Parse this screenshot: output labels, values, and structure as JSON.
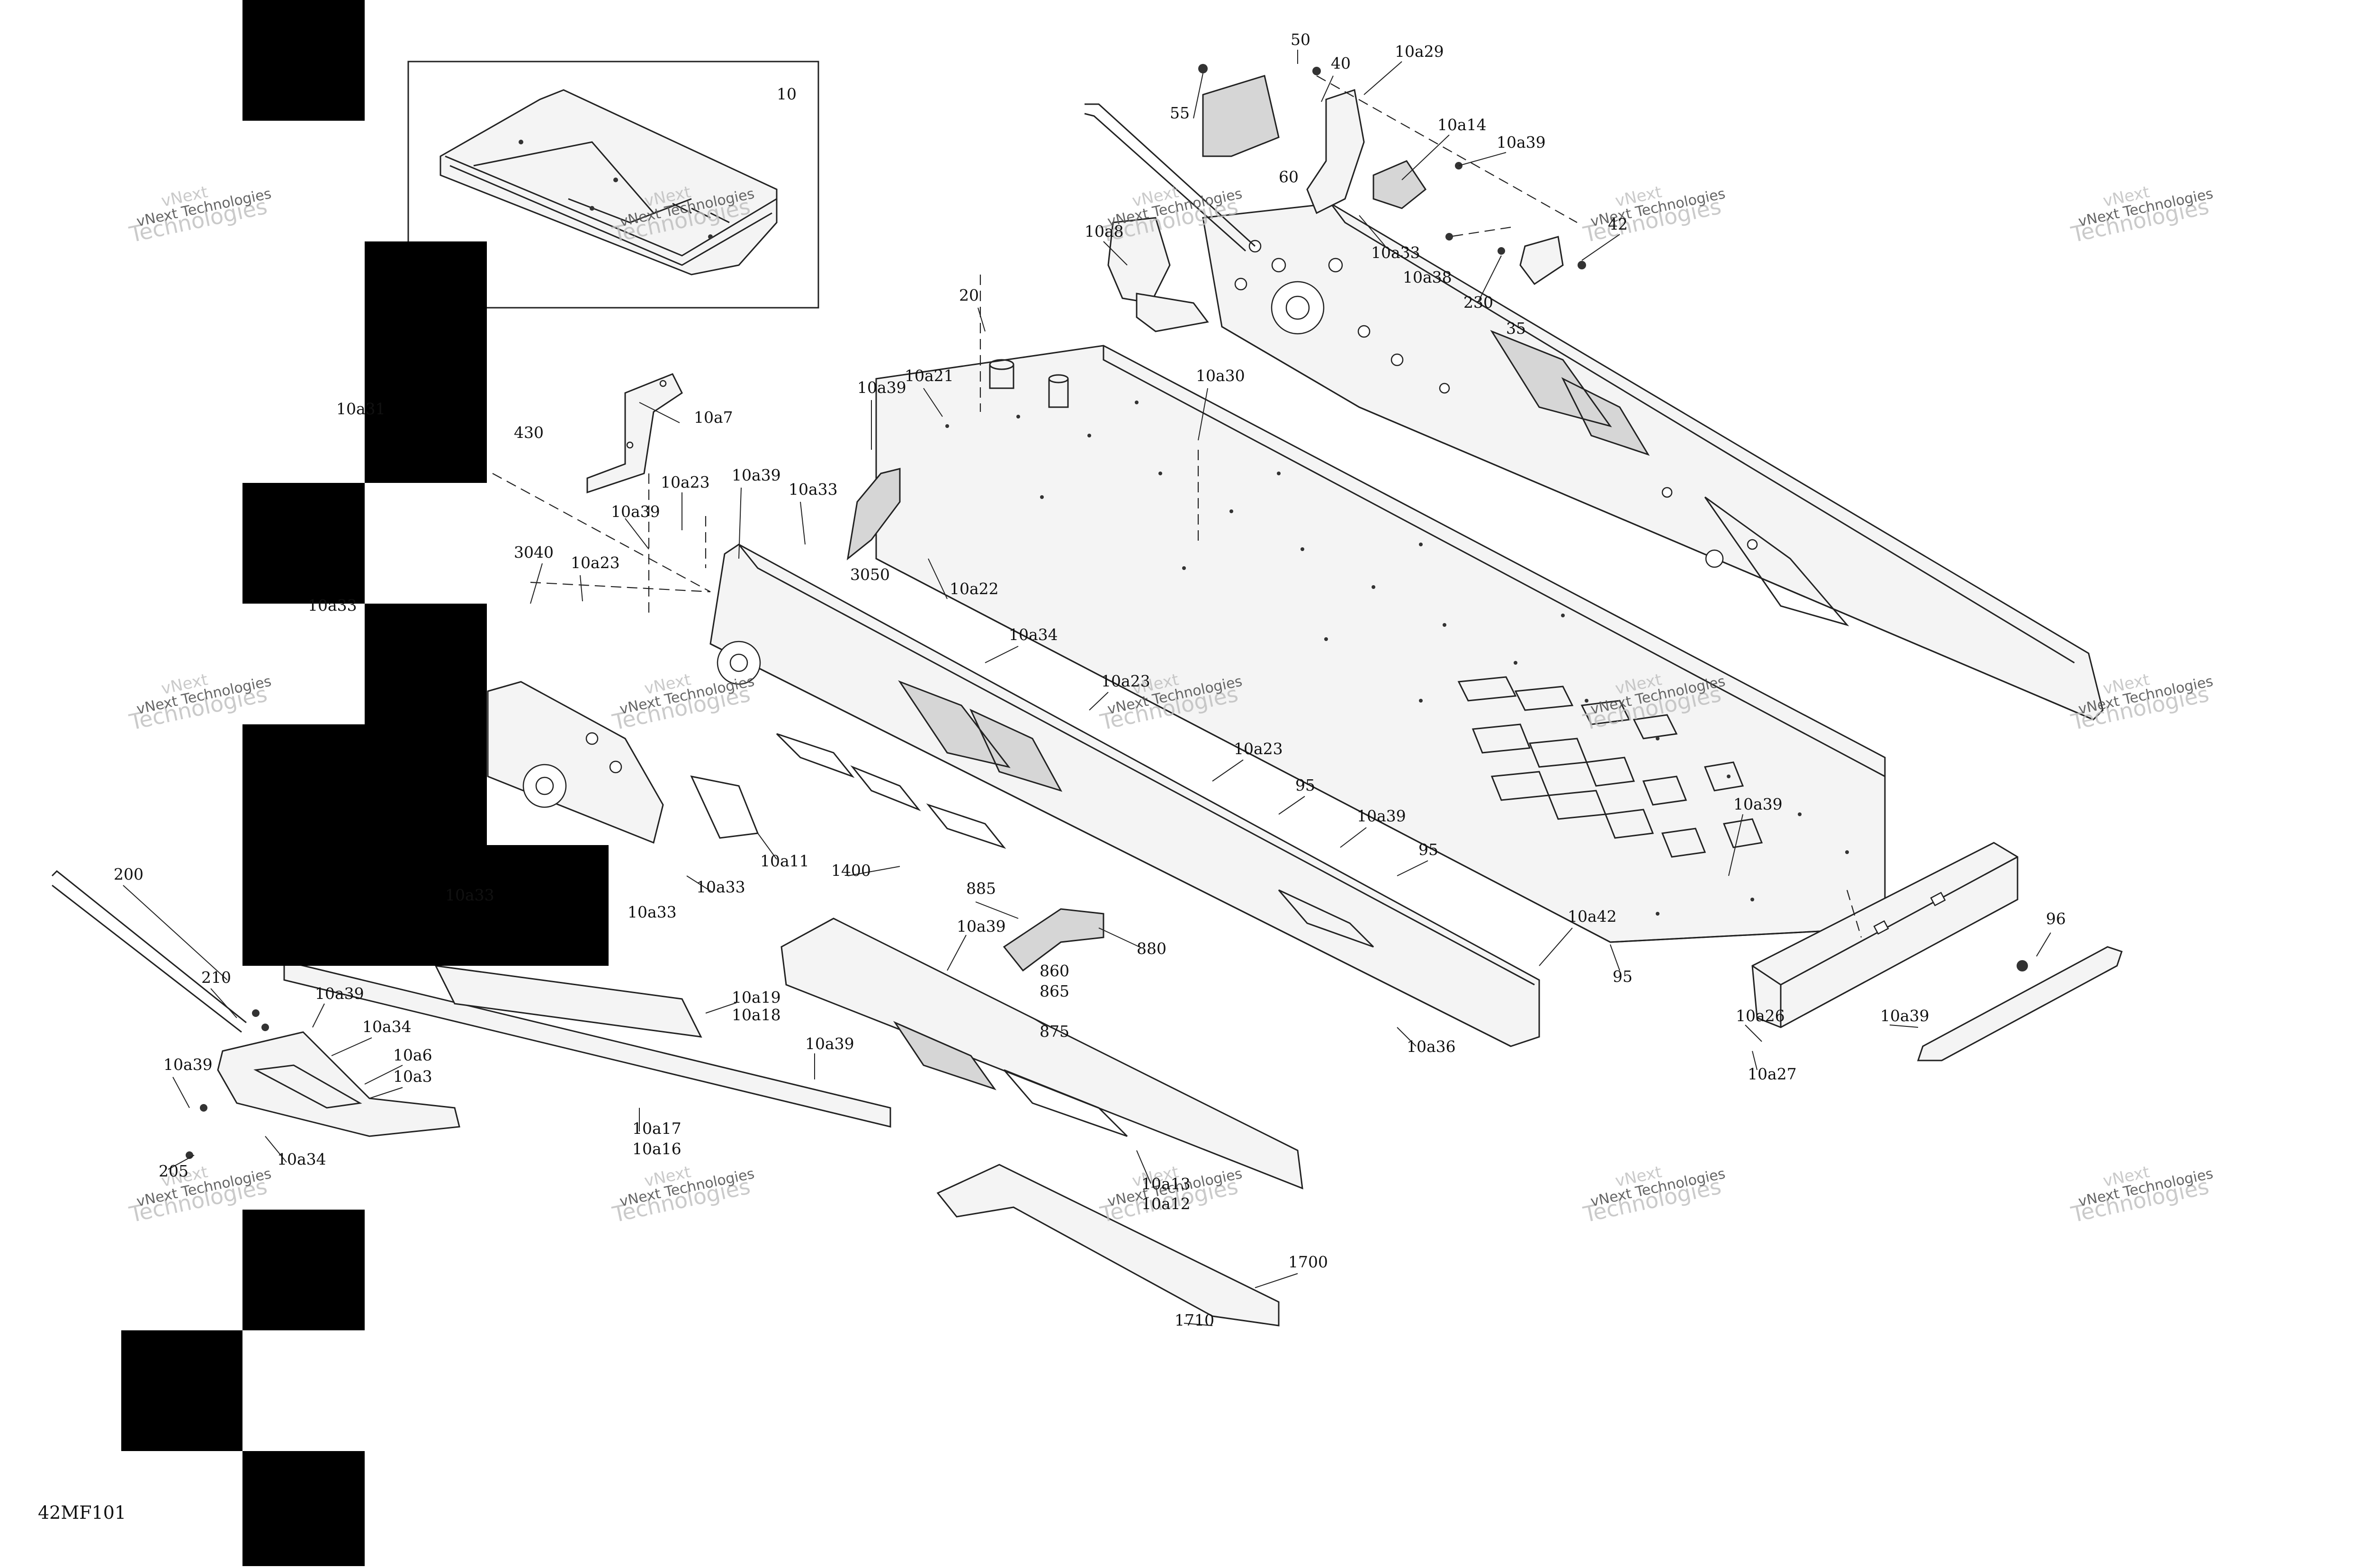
{
  "figure_code": "42MF101",
  "watermark": {
    "line1": "vNext",
    "line2": "Technologies",
    "line_small": "vNext Technologies"
  },
  "callouts": [
    "10",
    "50",
    "55",
    "40",
    "10a29",
    "60",
    "10a14",
    "10a39",
    "10a33",
    "10a38",
    "42",
    "230",
    "35",
    "10a8",
    "20",
    "10a39",
    "10a21",
    "10a30",
    "10a31",
    "10a7",
    "430",
    "10a23",
    "10a39",
    "10a33",
    "10a39",
    "3040",
    "10a23",
    "3050",
    "10a22",
    "10a33",
    "10a34",
    "10a23",
    "10a23",
    "95",
    "10a39",
    "95",
    "10a11",
    "1400",
    "10a33",
    "10a33",
    "10a33",
    "10a19",
    "10a18",
    "885",
    "10a39",
    "880",
    "860",
    "865",
    "875",
    "10a39",
    "10a42",
    "95",
    "10a36",
    "10a26",
    "10a27",
    "10a39",
    "96",
    "200",
    "210",
    "10a39",
    "10a34",
    "10a6",
    "10a3",
    "10a39",
    "205",
    "10a34",
    "10a39",
    "10a17",
    "10a16",
    "10a13",
    "10a12",
    "1700",
    "1710"
  ]
}
